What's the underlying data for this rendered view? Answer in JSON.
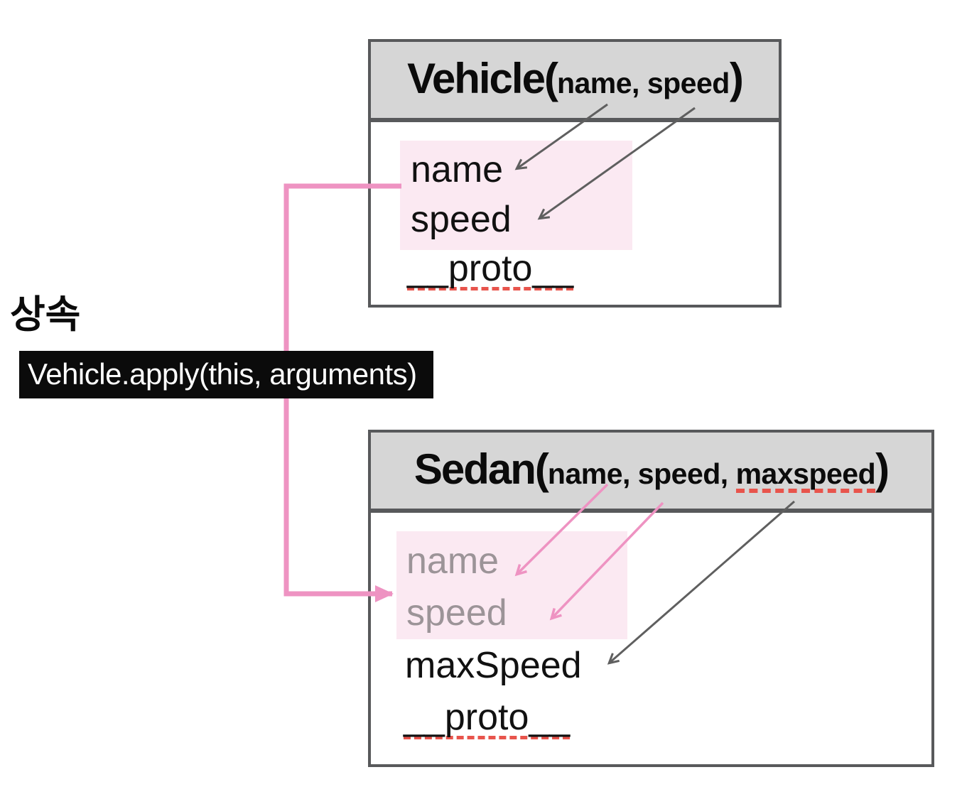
{
  "labels": {
    "inheritance": "상속",
    "apply_call": "Vehicle.apply(this, arguments)"
  },
  "vehicle_box": {
    "title_main": "Vehicle(",
    "title_params": "name, speed",
    "title_close": ")",
    "fields": {
      "name": "name",
      "speed": "speed",
      "proto": "__proto__"
    }
  },
  "sedan_box": {
    "title_main": "Sedan(",
    "title_params_prefix": "name, speed, ",
    "title_param_underlined": "maxspeed",
    "title_close": ")",
    "fields": {
      "name": "name",
      "speed": "speed",
      "maxspeed": "maxSpeed",
      "proto": "__proto__"
    }
  },
  "colors": {
    "header_bg": "#d6d6d6",
    "box_border": "#58595b",
    "highlight_pink": "#fbe9f2",
    "pink_arrow": "#ee93c2",
    "gray_arrow": "#5f5f5f",
    "red_underline": "#e8544c",
    "muted_field_text": "#9c9498",
    "apply_box_bg": "#0b0b0b",
    "apply_box_text": "#ffffff"
  }
}
